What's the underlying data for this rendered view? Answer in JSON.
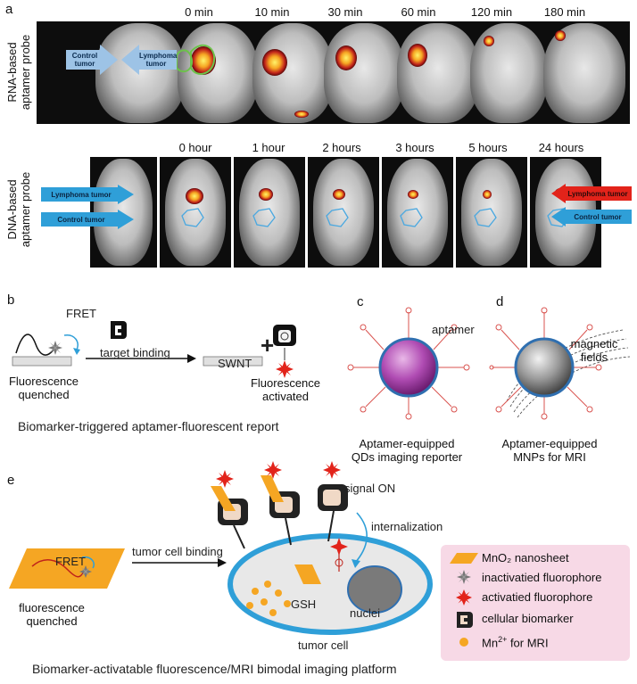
{
  "panel_a": {
    "label": "a",
    "row1_label_line1": "RNA-based",
    "row1_label_line2": "aptamer probe",
    "row2_label_line1": "DNA-based",
    "row2_label_line2": "aptamer probe",
    "times_rna": [
      "0 min",
      "10 min",
      "30 min",
      "60 min",
      "120 min",
      "180 min"
    ],
    "times_dna": [
      "0 hour",
      "1 hour",
      "2 hours",
      "3 hours",
      "5 hours",
      "24 hours"
    ],
    "rna_control_tag": "Control tumor",
    "rna_lymphoma_tag": "Lymphoma tumor",
    "dna_lymphoma_left": "Lymphoma tumor",
    "dna_control_left": "Control tumor",
    "dna_lymphoma_right": "Lymphoma tumor",
    "dna_control_right": "Control tumor",
    "colors": {
      "blue_arrow": "#2f9fd8",
      "red_arrow": "#e2231a",
      "green_outline": "#6cc24a"
    }
  },
  "panel_b": {
    "label": "b",
    "fret": "FRET",
    "target_binding": "target binding",
    "swnt": "SWNT",
    "plus": "+",
    "quenched_line1": "Fluorescence",
    "quenched_line2": "quenched",
    "activated_line1": "Fluorescence",
    "activated_line2": "activated",
    "caption": "Biomarker-triggered aptamer-fluorescent report"
  },
  "panel_c": {
    "label": "c",
    "aptamer": "aptamer",
    "caption_line1": "Aptamer-equipped",
    "caption_line2": "QDs imaging reporter"
  },
  "panel_d": {
    "label": "d",
    "fields_line1": "magnetic",
    "fields_line2": "fields",
    "caption_line1": "Aptamer-equipped",
    "caption_line2": "MNPs for MRI"
  },
  "panel_e": {
    "label": "e",
    "fret": "FRET",
    "binding": "tumor cell binding",
    "signal_on": "signal ON",
    "internalization": "internalization",
    "gsh": "GSH",
    "nuclei": "nuclei",
    "tumor_cell": "tumor cell",
    "quenched_line1": "fluorescence",
    "quenched_line2": "quenched",
    "caption": "Biomarker-activatable fluorescence/MRI bimodal imaging platform",
    "legend": {
      "mno2": "MnO₂ nanosheet",
      "inactivated": "inactivatied fluorophore",
      "activated": "activatied fluorophore",
      "biomarker": "cellular biomarker",
      "mn_prefix": "Mn",
      "mn_sup": "2+",
      "mn_suffix": " for MRI"
    }
  }
}
